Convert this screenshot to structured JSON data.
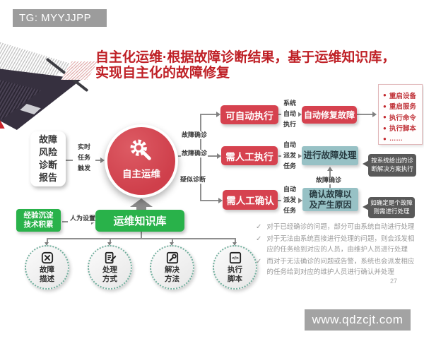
{
  "watermark_top": "TG: MYYJJPP",
  "title": {
    "line1": "自主化运维·根据故障诊断结果，基于运维知识库，",
    "line2": "实现自主化的故障修复"
  },
  "diagram": {
    "report_box": {
      "lines": [
        "故障",
        "风险",
        "诊断",
        "报告"
      ]
    },
    "trigger_labels": [
      "实时",
      "任务",
      "触发"
    ],
    "core_circle_label": "自主运维",
    "knowledge_box_label": "运维知识库",
    "experience_box": {
      "line1": "经验沉淀",
      "line2": "技术积累"
    },
    "manual_set_label": "人为设置",
    "branch_labels": {
      "row1": "故障确诊",
      "row2": "故障确诊",
      "row3": "疑似诊断",
      "confirm": "故障确诊"
    },
    "row1": {
      "box": "可自动执行",
      "via": [
        "系统",
        "自动",
        "执行"
      ],
      "result": "自动修复故障"
    },
    "row2": {
      "box": "需人工执行",
      "via": [
        "自动",
        "派发",
        "任务"
      ],
      "result": "进行故障处理",
      "note_line1": "按系统给出的诊",
      "note_line2": "断解决方案执行"
    },
    "row3": {
      "box": "需人工确认",
      "via": [
        "自动",
        "派发",
        "任务"
      ],
      "result_line1": "确认故障以",
      "result_line2": "及产生原因",
      "note_line1": "如确定是个故障",
      "note_line2": "则需进行处理"
    },
    "action_list": {
      "items": [
        "重启设备",
        "重启服务",
        "执行命令",
        "执行脚本",
        "……"
      ]
    },
    "kb_items": [
      {
        "icon": "toolbox-icon",
        "line1": "故障",
        "line2": "描述"
      },
      {
        "icon": "document-pencil-icon",
        "line1": "处理",
        "line2": "方式"
      },
      {
        "icon": "wrench-icon",
        "line1": "解决",
        "line2": "方法"
      },
      {
        "icon": "code-script-icon",
        "line1": "执行",
        "line2": "脚本"
      }
    ]
  },
  "notes": [
    "对于已经确诊的问题，部分可由系统自动进行处理",
    "对于无法由系统直接进行处理的问题，则会派发相应的任务给到对应的人员，由维护人员进行处理",
    "而对于无法确诊的问题或告警，系统也会派发相应的任务给到对应的维护人员进行确认并处理"
  ],
  "glyphs": {
    "check": "✓",
    "bullet": "●"
  },
  "page_number": "27",
  "watermark_bottom": "www.qdzcjt.com",
  "colors": {
    "accent_red": "#bf2026",
    "box_red": "#d6424f",
    "green": "#29b24a",
    "teal": "#97c1c5",
    "gray_bar": "#9c9c9c",
    "bubble": "#595959"
  }
}
